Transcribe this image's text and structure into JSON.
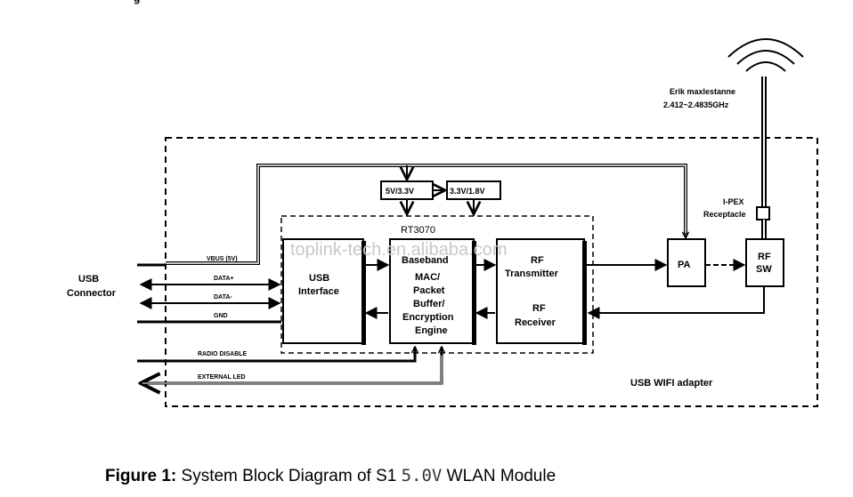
{
  "header_text": "g",
  "antenna": {
    "label_line1": "Erik maxlestanne",
    "label_line2": "2.412~2.4835GHz"
  },
  "ipex_label_line1": "I-PEX",
  "ipex_label_line2": "Receptacle",
  "usb_connector_label_line1": "USB",
  "usb_connector_label_line2": "Connector",
  "lines": {
    "vbus": "VBUS (5V)",
    "data_plus": "DATA+",
    "data_minus": "DATA-",
    "gnd": "GND",
    "radio_disable": "RADIO DISABLE",
    "external_led": "EXTERNAL LED"
  },
  "regulators": {
    "reg1": "5V/3.3V",
    "reg2": "3.3V/1.8V"
  },
  "chip_label": "RT3070",
  "watermark": "toplink-tech.en.alibaba.com",
  "blocks": {
    "usb_interface": [
      "USB",
      "Interface"
    ],
    "baseband": [
      "Baseband",
      "MAC/",
      "Packet",
      "Buffer/",
      "Encryption",
      "Engine"
    ],
    "rf_tx": [
      "RF",
      "Transmitter"
    ],
    "rf_rx": [
      "RF",
      "Receiver"
    ],
    "pa": "PA",
    "rf_sw": [
      "RF",
      "SW"
    ]
  },
  "adapter_label": "USB WIFI adapter",
  "caption": {
    "bold": "Figure 1:",
    "text_a": "System Block Diagram of S1",
    "mono": "5.0V",
    "text_b": "WLAN Module"
  }
}
